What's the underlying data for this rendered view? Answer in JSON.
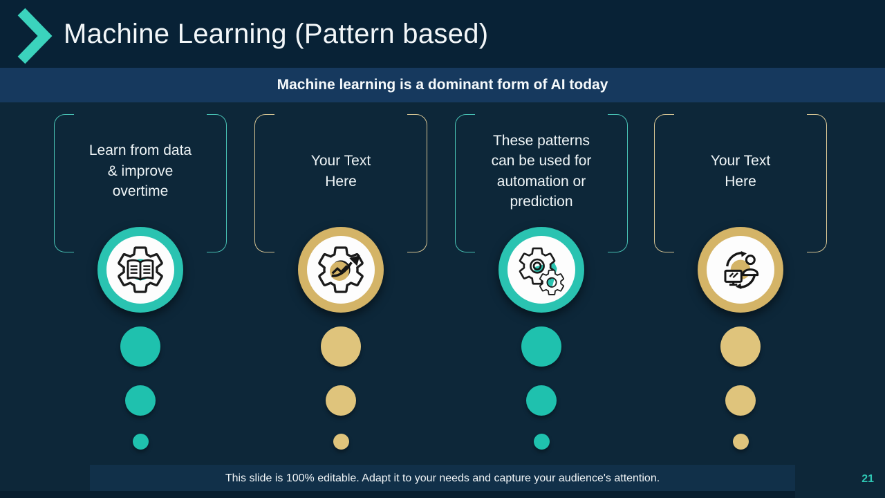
{
  "slide": {
    "title": "Machine Learning (Pattern based)",
    "subtitle": "Machine learning is a dominant form of AI today",
    "footer": "This slide is 100% editable. Adapt it to your needs and capture your audience's attention.",
    "page_number": "21",
    "colors": {
      "background": "#0d2739",
      "header_background": "#082236",
      "subtitle_band": "#16395e",
      "footer_band": "#113049",
      "teal_accent": "#2ac3b1",
      "gold_accent": "#d4b467",
      "text": "#f3f7f9"
    },
    "columns": [
      {
        "text": "Learn from data\n& improve\novertime",
        "accent": "teal",
        "icon": "gear-book-icon"
      },
      {
        "text": "Your Text\nHere",
        "accent": "gold",
        "icon": "gear-trend-arrow-icon"
      },
      {
        "text": "These patterns\ncan be used for\nautomation or\nprediction",
        "accent": "teal",
        "icon": "double-gear-icon"
      },
      {
        "text": "Your Text\nHere",
        "accent": "gold",
        "icon": "person-monitor-sync-icon"
      }
    ]
  }
}
